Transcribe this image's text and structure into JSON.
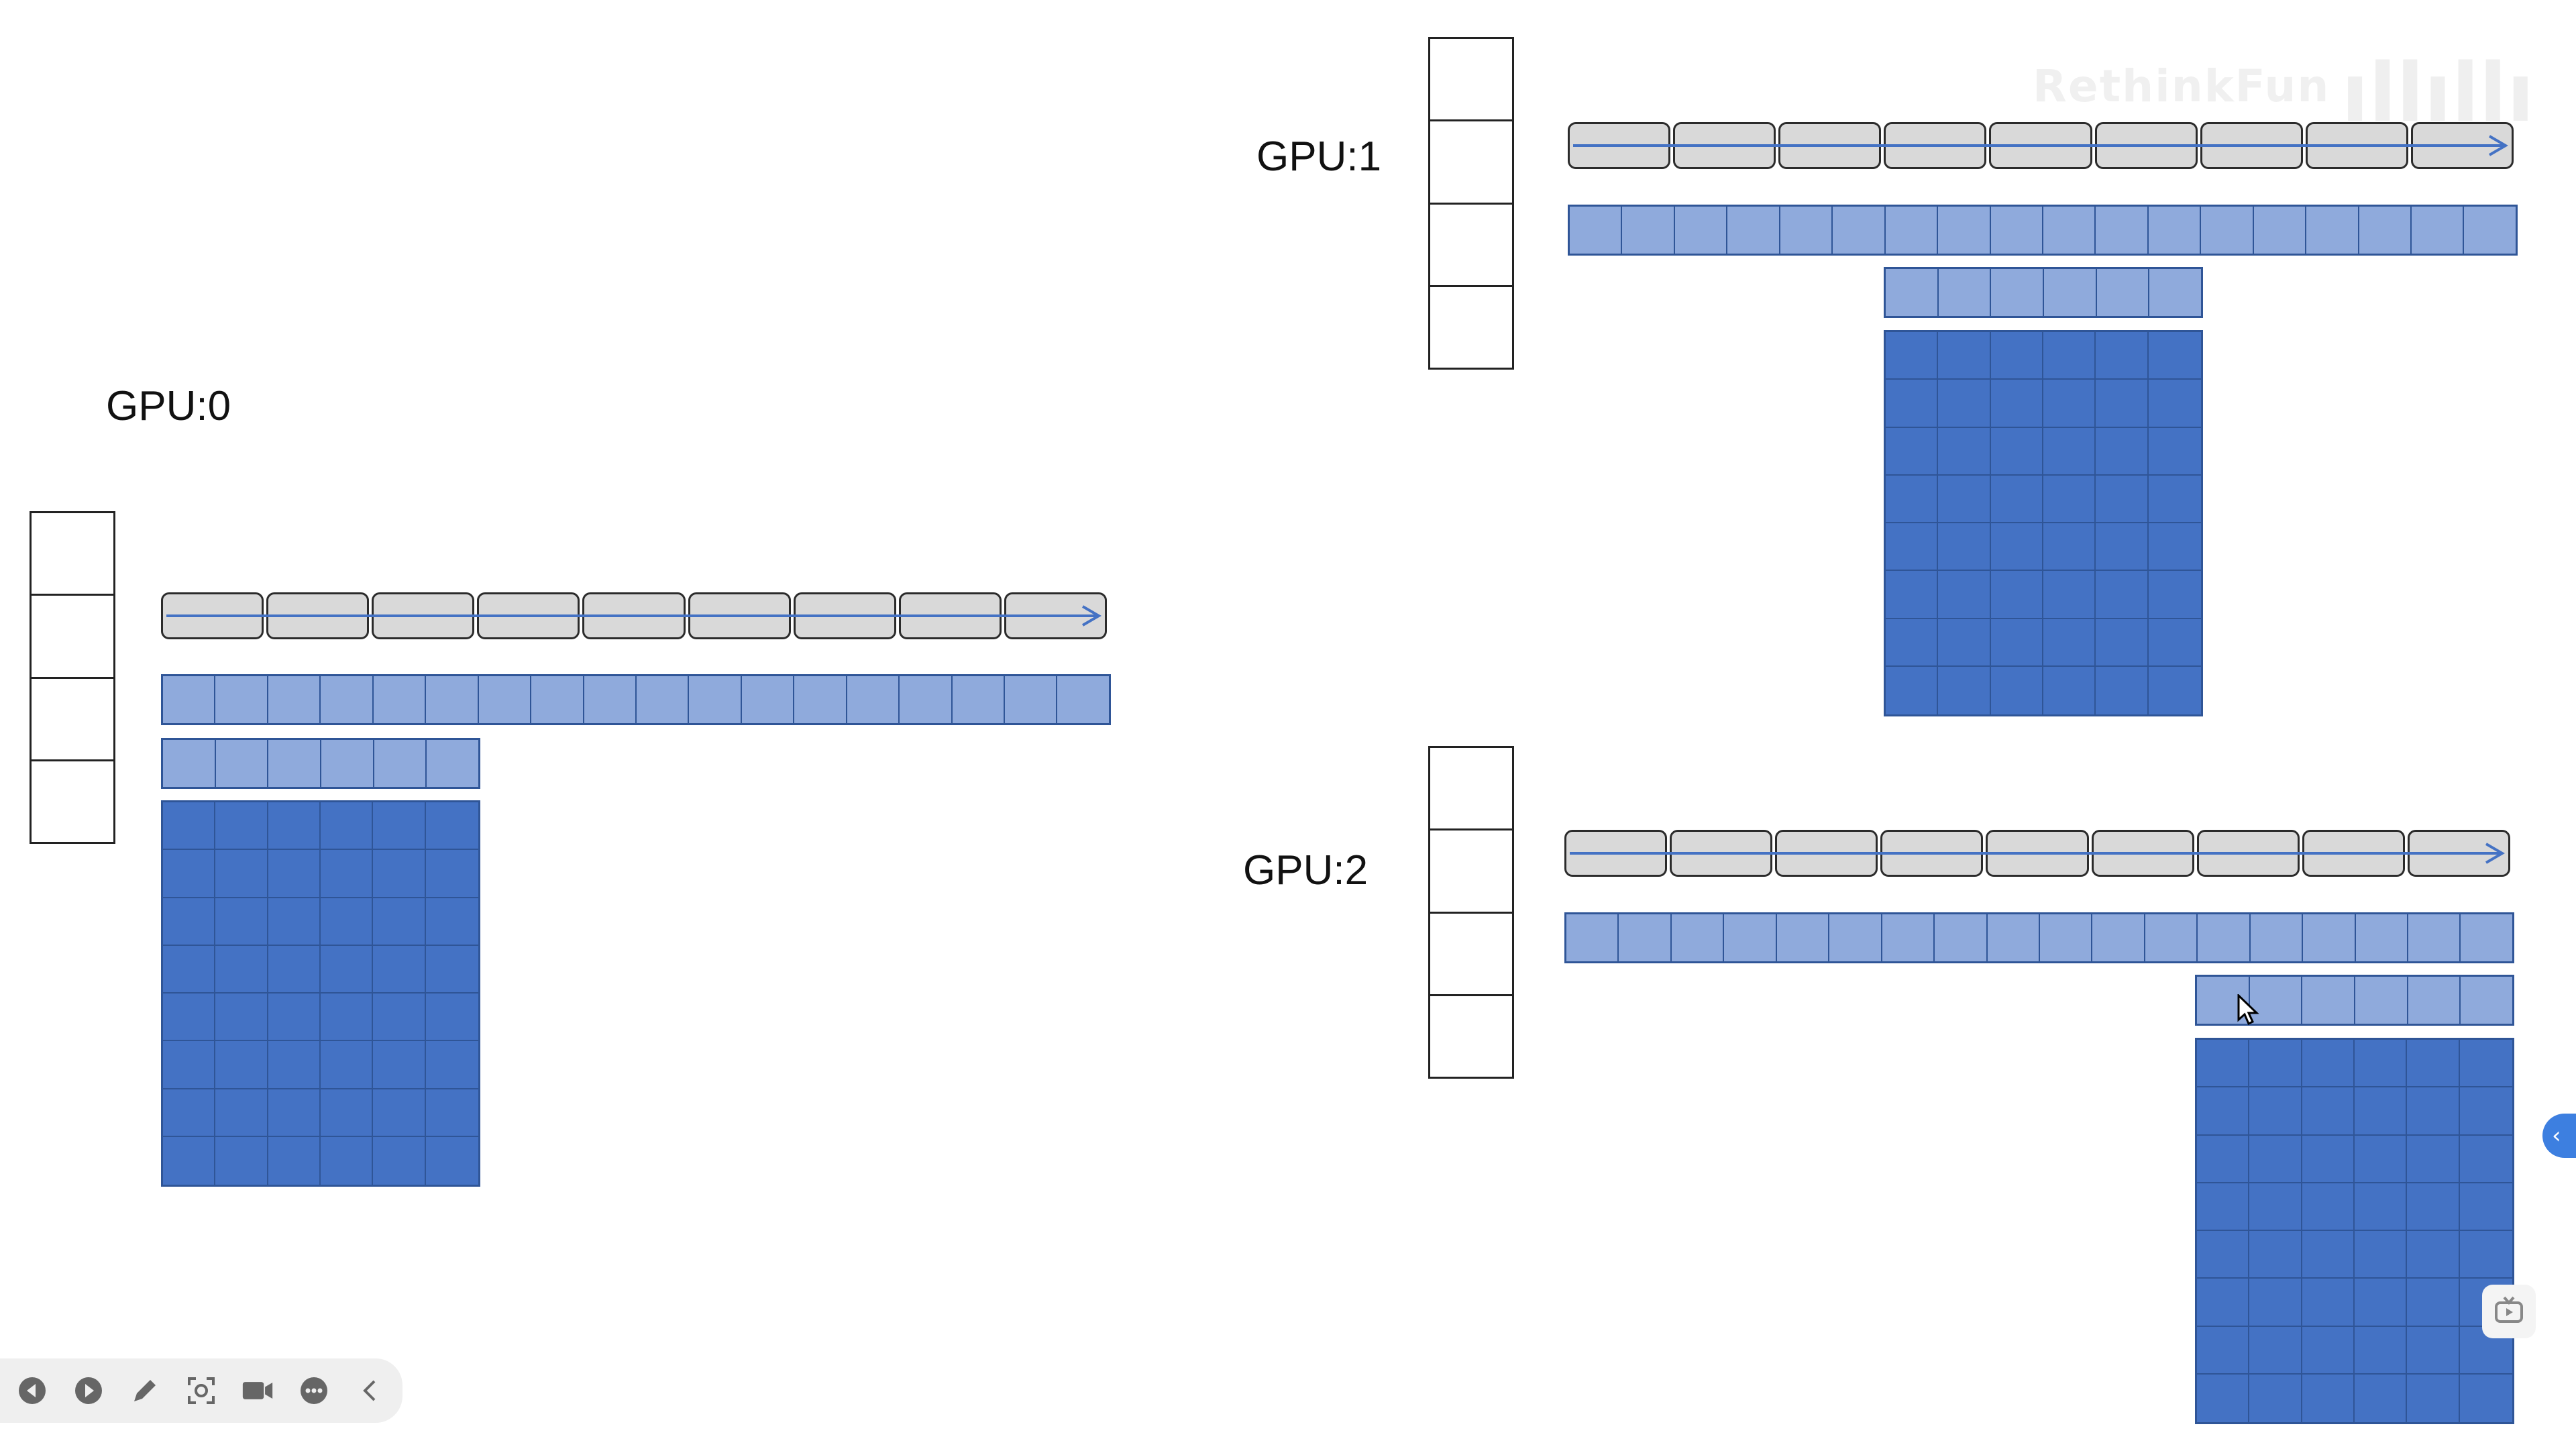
{
  "gpus": [
    {
      "id": "gpu0",
      "label": "GPU:0"
    },
    {
      "id": "gpu1",
      "label": "GPU:1"
    },
    {
      "id": "gpu2",
      "label": "GPU:2"
    }
  ],
  "structure": {
    "column_cells": 4,
    "gray_segments": 9,
    "blue_row_cells": 18,
    "slice_cells": 6,
    "grid_cols": 6,
    "grid_rows": 8,
    "gpu_slice_index": [
      0,
      1,
      2
    ]
  },
  "colors": {
    "gray_segment": "#d9d9d9",
    "light_blue": "#8faadc",
    "dark_blue": "#4472c4",
    "blue_border": "#2f5597",
    "arrow": "#4472c4"
  },
  "watermark": {
    "text": "RethinkFun"
  },
  "toolbar": {
    "icons": [
      "prev-icon",
      "play-icon",
      "pen-icon",
      "screenshot-icon",
      "camera-icon",
      "more-icon",
      "collapse-icon"
    ]
  }
}
